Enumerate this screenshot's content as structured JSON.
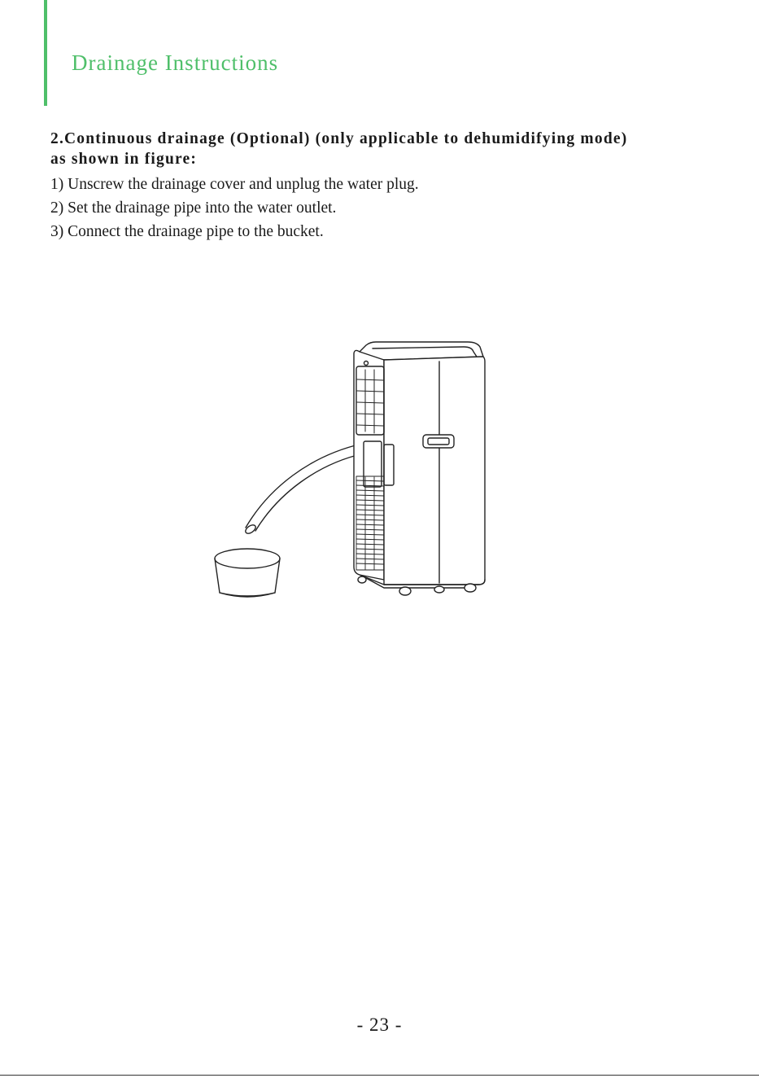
{
  "page": {
    "section_title": "Drainage Instructions",
    "heading_line1": "2.Continuous drainage (Optional) (only applicable to dehumidifying mode)",
    "heading_line2": "as shown in figure:",
    "steps": [
      "1) Unscrew the drainage cover and unplug the water plug.",
      "2) Set the drainage pipe into the water outlet.",
      "3) Connect the drainage pipe to the bucket."
    ],
    "page_number": "- 23 -"
  },
  "colors": {
    "accent": "#4fbf6a",
    "text": "#1a1a1a"
  },
  "figure": {
    "icons": [
      "portable-dehumidifier-illustration",
      "drainage-pipe",
      "bucket"
    ]
  }
}
